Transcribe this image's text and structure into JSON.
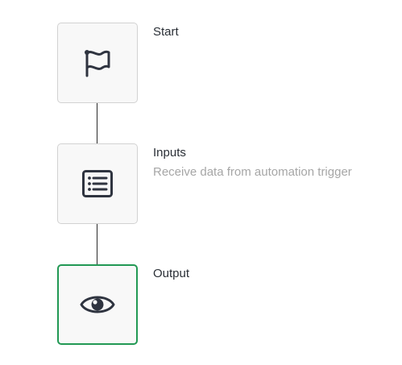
{
  "steps": [
    {
      "title": "Start",
      "description": "",
      "icon": "flag-icon",
      "selected": false
    },
    {
      "title": "Inputs",
      "description": "Receive data from automation trigger",
      "icon": "list-icon",
      "selected": false
    },
    {
      "title": "Output",
      "description": "",
      "icon": "eye-icon",
      "selected": true
    }
  ],
  "colors": {
    "selected_border": "#229954",
    "node_border": "#d2d2d2",
    "node_background": "#f8f8f8",
    "icon": "#2f3440",
    "title_text": "#2a2f36",
    "description_text": "#a6a6a6",
    "connector": "#2b2b2b"
  }
}
